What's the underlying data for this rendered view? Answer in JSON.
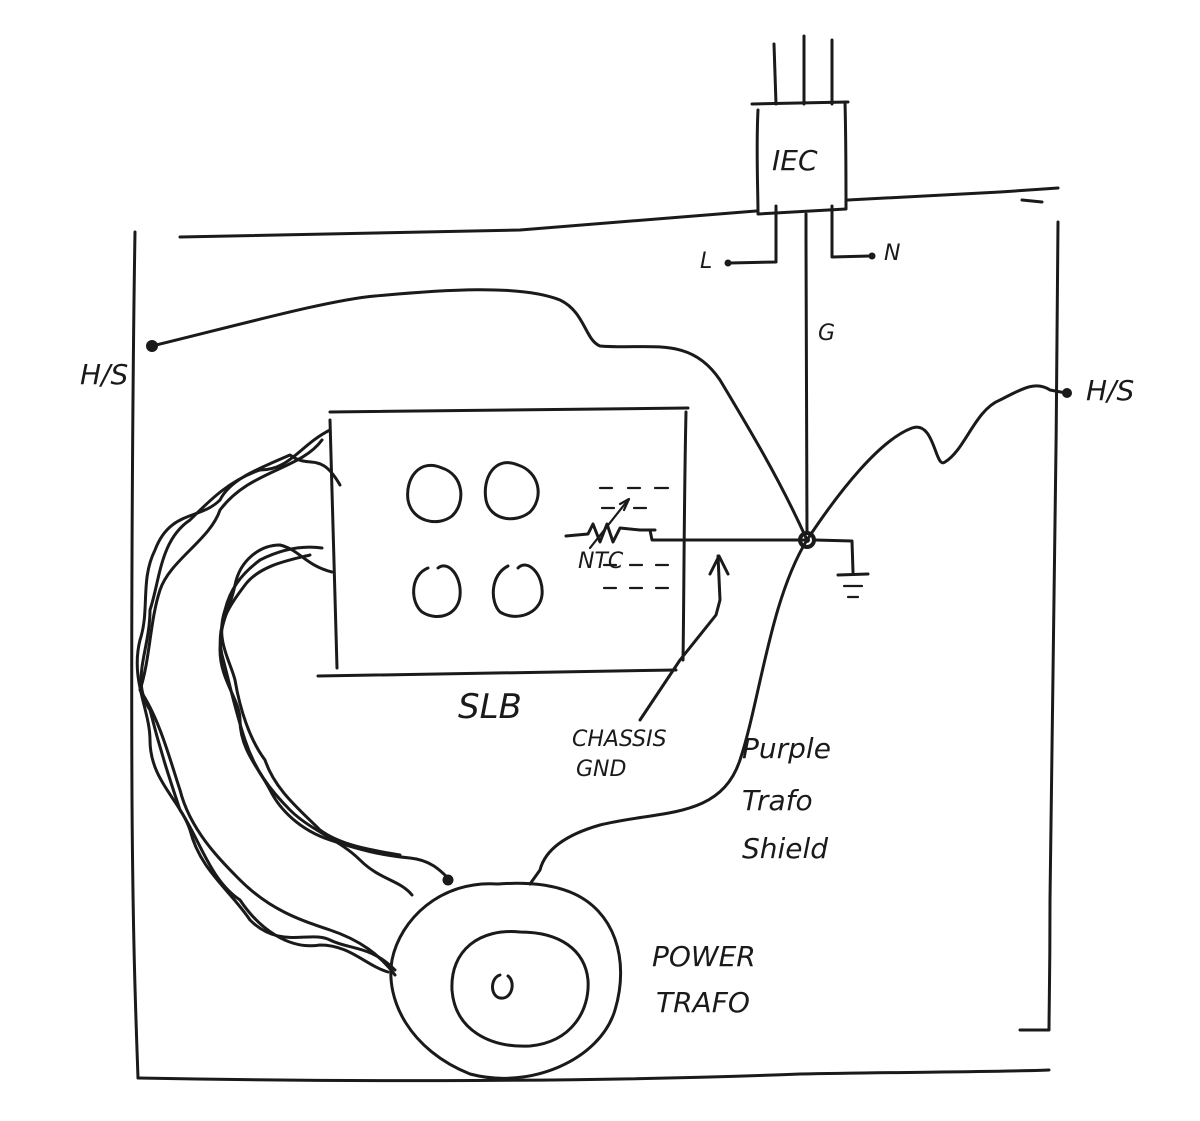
{
  "labels": {
    "iec": "IEC",
    "line": "L",
    "neutral": "N",
    "ground": "G",
    "heatsink_left": "H/S",
    "heatsink_right": "H/S",
    "slb": "SLB",
    "ntc": "NTC",
    "chassis_gnd_line1": "CHASSIS",
    "chassis_gnd_line2": "GND",
    "purple_line1": "Purple",
    "purple_line2": "Trafo",
    "purple_line3": "Shield",
    "power_trafo_line1": "POWER",
    "power_trafo_line2": "TRAFO"
  },
  "ink_color": "#1a1a1a"
}
